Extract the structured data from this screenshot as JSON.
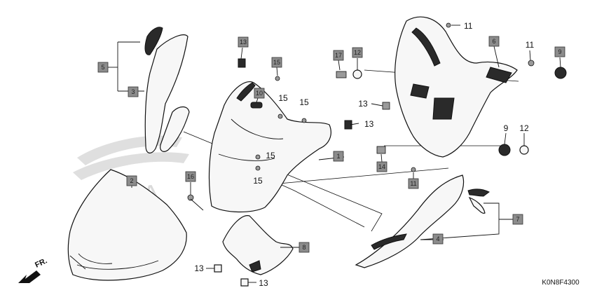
{
  "drawing_code": "K0N8F4300",
  "direction_label": "FR.",
  "watermark_text": "HONDA",
  "colors": {
    "box_fill": "#8c8c8c",
    "box_stroke": "#333333",
    "line": "#111111",
    "watermark": "#d4d4d4"
  },
  "callouts": [
    {
      "id": "c1",
      "number": "1",
      "style": "box"
    },
    {
      "id": "c2",
      "number": "2",
      "style": "box"
    },
    {
      "id": "c3",
      "number": "3",
      "style": "box"
    },
    {
      "id": "c4",
      "number": "4",
      "style": "box"
    },
    {
      "id": "c5",
      "number": "5",
      "style": "box"
    },
    {
      "id": "c6",
      "number": "6",
      "style": "box"
    },
    {
      "id": "c7",
      "number": "7",
      "style": "box"
    },
    {
      "id": "c8",
      "number": "8",
      "style": "box"
    },
    {
      "id": "c9",
      "number": "9",
      "style": "plain"
    },
    {
      "id": "c9b",
      "number": "9",
      "style": "box"
    },
    {
      "id": "c10",
      "number": "10",
      "style": "box"
    },
    {
      "id": "c11a",
      "number": "11",
      "style": "plain"
    },
    {
      "id": "c11b",
      "number": "11",
      "style": "plain"
    },
    {
      "id": "c11c",
      "number": "11",
      "style": "box"
    },
    {
      "id": "c12a",
      "number": "12",
      "style": "box"
    },
    {
      "id": "c12b",
      "number": "12",
      "style": "plain"
    },
    {
      "id": "c13a",
      "number": "13",
      "style": "box"
    },
    {
      "id": "c13b",
      "number": "13",
      "style": "plain"
    },
    {
      "id": "c13c",
      "number": "13",
      "style": "plain"
    },
    {
      "id": "c13d",
      "number": "13",
      "style": "plain"
    },
    {
      "id": "c13e",
      "number": "13",
      "style": "plain"
    },
    {
      "id": "c14",
      "number": "14",
      "style": "box"
    },
    {
      "id": "c15a",
      "number": "15",
      "style": "box"
    },
    {
      "id": "c15b",
      "number": "15",
      "style": "plain"
    },
    {
      "id": "c15c",
      "number": "15",
      "style": "plain"
    },
    {
      "id": "c15d",
      "number": "15",
      "style": "plain"
    },
    {
      "id": "c15e",
      "number": "15",
      "style": "plain"
    },
    {
      "id": "c16",
      "number": "16",
      "style": "box"
    },
    {
      "id": "c17",
      "number": "17",
      "style": "box"
    }
  ]
}
